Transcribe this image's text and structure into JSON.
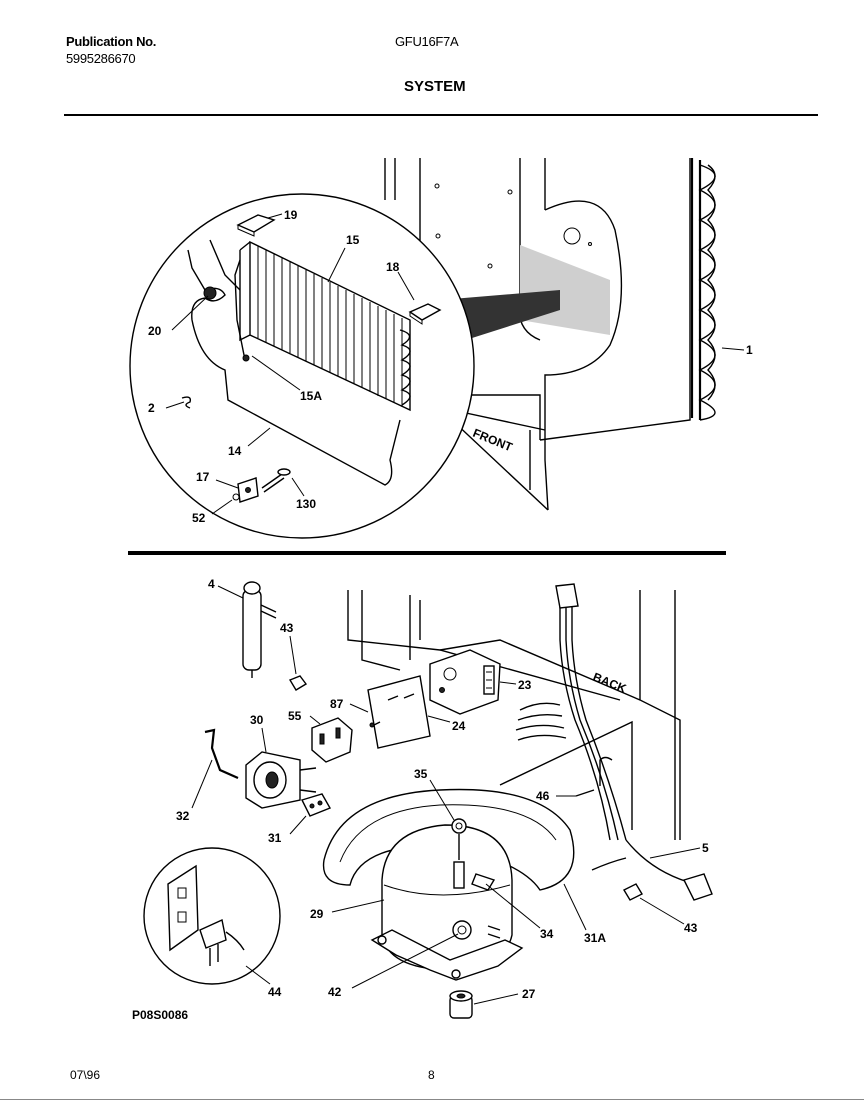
{
  "header": {
    "publication_label": "Publication No.",
    "publication_number": "5995286670",
    "model": "GFU16F7A",
    "section_title": "SYSTEM"
  },
  "footer": {
    "date": "07\\96",
    "page": "8",
    "drawing_id": "P08S0086"
  },
  "upper_labels": {
    "p19": "19",
    "p15": "15",
    "p18": "18",
    "p20": "20",
    "p15a": "15A",
    "p2": "2",
    "p14": "14",
    "p17": "17",
    "p130": "130",
    "p52": "52",
    "p1": "1",
    "front": "FRONT"
  },
  "lower_labels": {
    "p4": "4",
    "p43a": "43",
    "p87": "87",
    "p23": "23",
    "p24": "24",
    "p30": "30",
    "p55": "55",
    "p32": "32",
    "p31": "31",
    "p35": "35",
    "p46": "46",
    "p5": "5",
    "p29": "29",
    "p34": "34",
    "p31a": "31A",
    "p43b": "43",
    "p44": "44",
    "p42": "42",
    "p27": "27",
    "back": "BACK"
  }
}
